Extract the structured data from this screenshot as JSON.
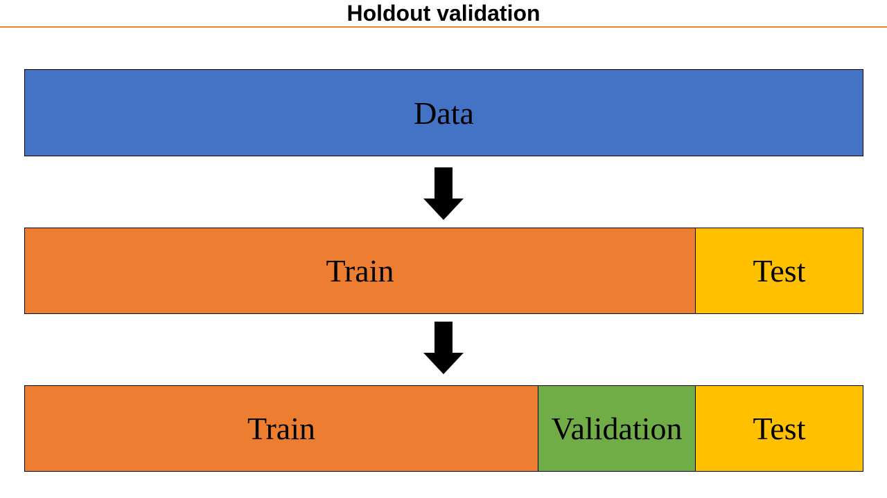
{
  "title": "Holdout validation",
  "colors": {
    "accent_rule": "#ED7D31",
    "data": "#4472C4",
    "train": "#ED7D31",
    "validation": "#70AD47",
    "test": "#FFC000",
    "arrow": "#000000"
  },
  "rows": [
    {
      "segments": [
        {
          "label": "Data",
          "share": 1.0,
          "color": "#4472C4"
        }
      ]
    },
    {
      "segments": [
        {
          "label": "Train",
          "share": 0.8,
          "color": "#ED7D31"
        },
        {
          "label": "Test",
          "share": 0.2,
          "color": "#FFC000"
        }
      ]
    },
    {
      "segments": [
        {
          "label": "Train",
          "share": 0.6125,
          "color": "#ED7D31"
        },
        {
          "label": "Validation",
          "share": 0.1875,
          "color": "#70AD47"
        },
        {
          "label": "Test",
          "share": 0.2,
          "color": "#FFC000"
        }
      ]
    }
  ],
  "arrows": [
    {
      "icon": "down-arrow-icon"
    },
    {
      "icon": "down-arrow-icon"
    }
  ]
}
